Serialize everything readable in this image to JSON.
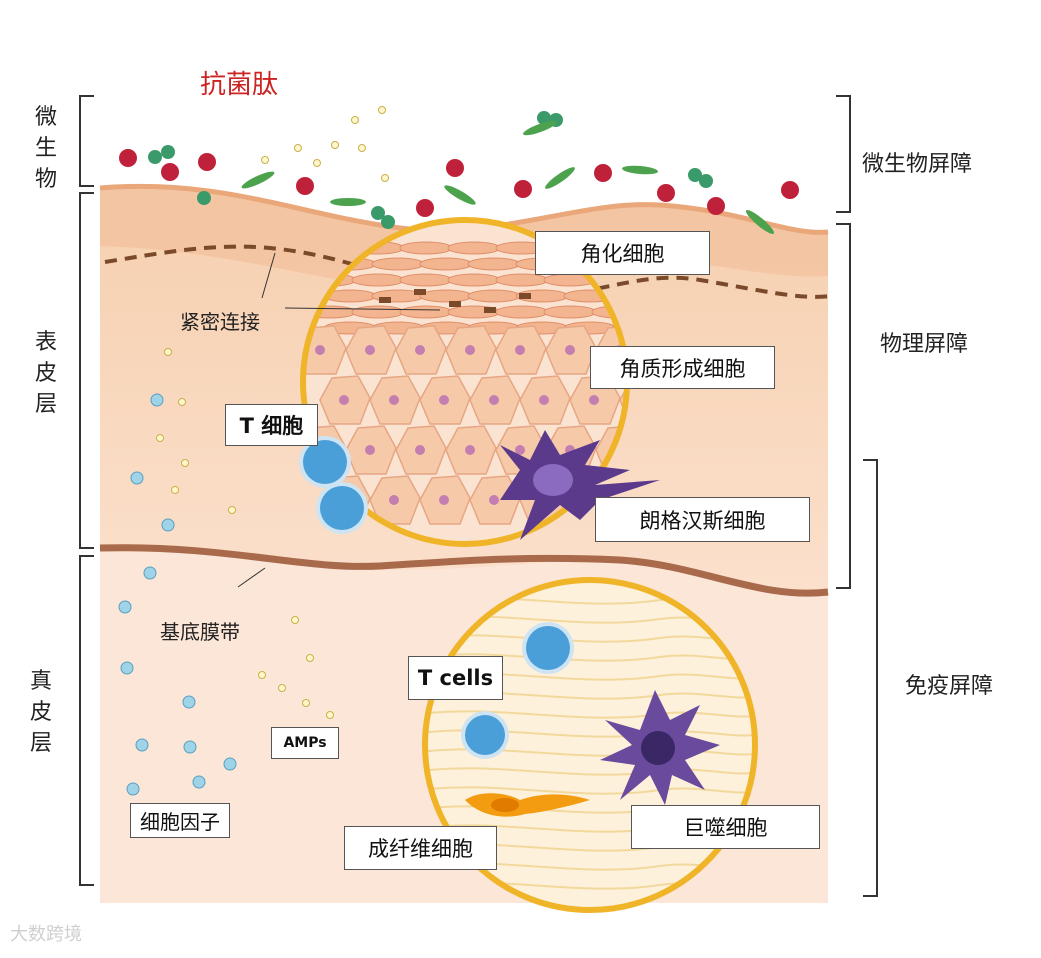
{
  "labels": {
    "amp_title": "抗菌肽",
    "microbe_side": [
      "微",
      "生",
      "物"
    ],
    "epidermis_side": [
      "表",
      "皮",
      "层"
    ],
    "dermis_side": [
      "真",
      "皮",
      "层"
    ],
    "microbial_barrier": "微生物屏障",
    "physical_barrier": "物理屏障",
    "immune_barrier": "免疫屏障",
    "tight_junction": "紧密连接",
    "basement_membrane": "基底膜带",
    "corneocyte": "角化细胞",
    "keratinocyte": "角质形成细胞",
    "t_cell_cn": "T 细胞",
    "langerhans": "朗格汉斯细胞",
    "t_cells_en": "T cells",
    "amps": "AMPs",
    "cytokines": "细胞因子",
    "fibroblast": "成纤维细胞",
    "macrophage": "巨噬细胞",
    "watermark": "大数跨境"
  },
  "colors": {
    "epidermis": "#f9d8bf",
    "stratum": "#f3c9a6",
    "dermis": "#fbe6d7",
    "membrane": "#a86a4a",
    "junction": "#7a4a2a",
    "circle_border": "#f0b429",
    "t_cell": "#4a9fd8",
    "langerhans": "#5b3a8c",
    "macrophage": "#6a4a9c",
    "fibroblast": "#f39c12",
    "microbe_red": "#c0213a",
    "microbe_green": "#3a9a6a",
    "amp_title": "#cc2222"
  }
}
